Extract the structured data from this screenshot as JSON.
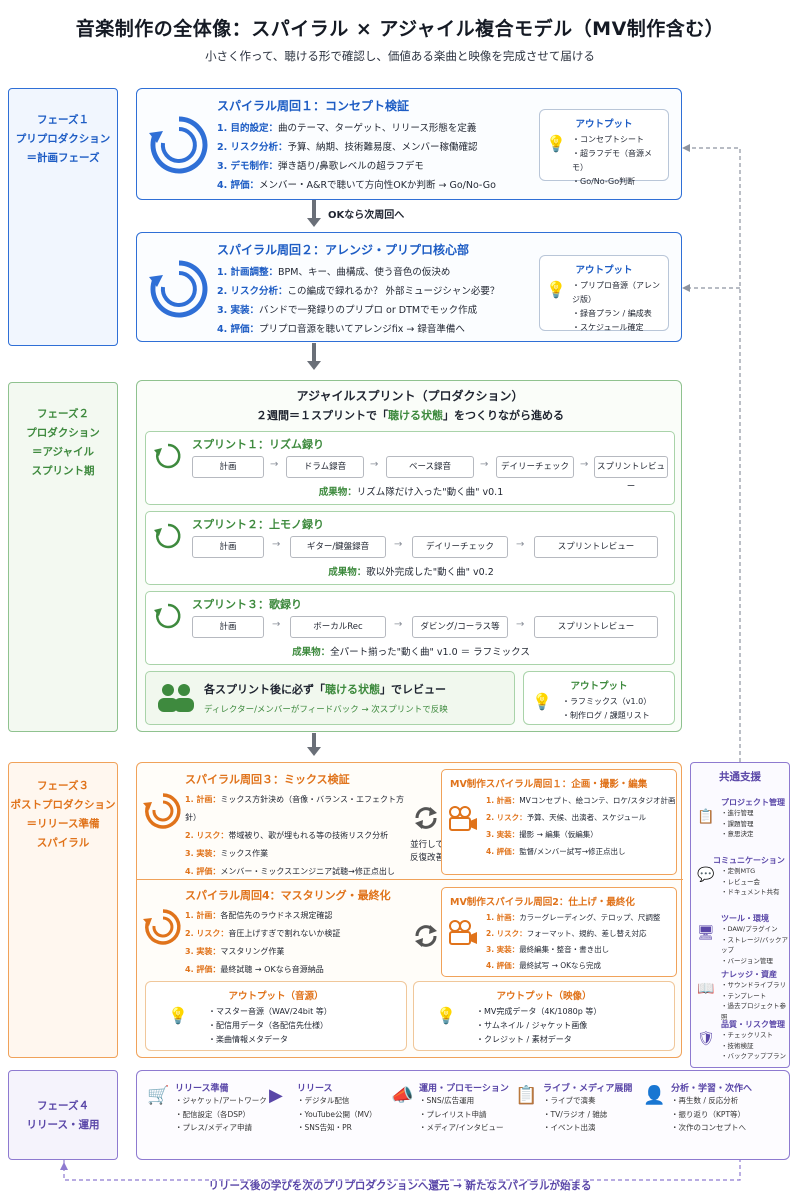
{
  "header": {
    "title": "音楽制作の全体像：スパイラル × アジャイル複合モデル（MV制作含む）",
    "subtitle": "小さく作って、聴ける形で確認し、価値ある楽曲と映像を完成させて届ける"
  },
  "phases": [
    {
      "line1": "フェーズ１",
      "line2": "プリプロダクション",
      "line3": "＝計画フェーズ"
    },
    {
      "line1": "フェーズ２",
      "line2": "プロダクション",
      "line3": "＝アジャイル",
      "line4": "スプリント期"
    },
    {
      "line1": "フェーズ３",
      "line2": "ポストプロダクション",
      "line3": "＝リリース準備",
      "line4": "スパイラル"
    },
    {
      "line1": "フェーズ４",
      "line2": "リリース・運用"
    }
  ],
  "spiral1": {
    "title": "スパイラル周回１：コンセプト検証",
    "steps": [
      {
        "n": "1. 目的設定：",
        "t": "曲のテーマ、ターゲット、リリース形態を定義"
      },
      {
        "n": "2. リスク分析：",
        "t": "予算、納期、技術難易度、メンバー稼働確認"
      },
      {
        "n": "3. デモ制作：",
        "t": "弾き語り/鼻歌レベルの超ラフデモ"
      },
      {
        "n": "4. 評価：",
        "t": "メンバー・A&Rで聴いて方向性OKか判断 → Go/No-Go"
      }
    ],
    "output": {
      "head": "アウトプット",
      "items": [
        "・コンセプトシート",
        "・超ラフデモ（音源メモ）",
        "・Go/No-Go判断"
      ]
    }
  },
  "arrow1_label": "OKなら次周回へ",
  "spiral2": {
    "title": "スパイラル周回２：アレンジ・プリプロ核心部",
    "steps": [
      {
        "n": "1. 計画調整：",
        "t": "BPM、キー、曲構成、使う音色の仮決め"
      },
      {
        "n": "2. リスク分析：",
        "t": "この編成で録れるか？ 外部ミュージシャン必要？"
      },
      {
        "n": "3. 実装：",
        "t": "バンドで一発録りのプリプロ or DTMでモック作成"
      },
      {
        "n": "4. 評価：",
        "t": "プリプロ音源を聴いてアレンジfix → 録音準備へ"
      }
    ],
    "output": {
      "head": "アウトプット",
      "items": [
        "・プリプロ音源（アレンジ版）",
        "・録音プラン / 編成表",
        "・スケジュール確定"
      ]
    }
  },
  "agile": {
    "title": "アジャイルスプリント（プロダクション）",
    "subtitle_a": "２週間＝１スプリントで「",
    "subtitle_b": "聴ける状態",
    "subtitle_c": "」をつくりながら進める",
    "sprints": [
      {
        "title": "スプリント１：リズム録り",
        "boxes": [
          "計画",
          "ドラム録音",
          "ベース録音",
          "デイリーチェック",
          "スプリントレビュー"
        ],
        "deliv_label": "成果物：",
        "deliv": "リズム隊だけ入った\"動く曲\"  v0.1"
      },
      {
        "title": "スプリント２：上モノ録り",
        "boxes": [
          "計画",
          "ギター/鍵盤録音",
          "デイリーチェック",
          "スプリントレビュー"
        ],
        "deliv_label": "成果物：",
        "deliv": "歌以外完成した\"動く曲\"   v0.2"
      },
      {
        "title": "スプリント３：歌録り",
        "boxes": [
          "計画",
          "ボーカルRec",
          "ダビング/コーラス等",
          "スプリントレビュー"
        ],
        "deliv_label": "成果物：",
        "deliv": "全パート揃った\"動く曲\"  v1.0 ＝ ラフミックス"
      }
    ],
    "review_a": "各スプリント後に必ず「",
    "review_b": "聴ける状態",
    "review_c": "」でレビュー",
    "review_sub": "ディレクター/メンバーがフィードバック → 次スプリントで反映",
    "output": {
      "head": "アウトプット",
      "items": [
        "・ラフミックス（v1.0）",
        "・制作ログ / 課題リスト"
      ]
    }
  },
  "spiral3": {
    "title": "スパイラル周回３：ミックス検証",
    "steps": [
      {
        "n": "1. 計画：",
        "t": "ミックス方針決め（音像・バランス・エフェクト方針）"
      },
      {
        "n": "2. リスク：",
        "t": "帯域被り、歌が埋もれる等の技術リスク分析"
      },
      {
        "n": "3. 実装：",
        "t": "ミックス作業"
      },
      {
        "n": "4. 評価：",
        "t": "メンバー・ミックスエンジニア試聴→修正点出し"
      }
    ]
  },
  "parallel_label": "並行して\n反復改善",
  "mv1": {
    "title": "MV制作スパイラル周回１：企画・撮影・編集",
    "steps": [
      {
        "n": "1. 計画：",
        "t": "MVコンセプト、絵コンテ、ロケ/スタジオ計画"
      },
      {
        "n": "2. リスク：",
        "t": "予算、天候、出演者、スケジュール"
      },
      {
        "n": "3. 実装：",
        "t": "撮影 → 編集（仮編集）"
      },
      {
        "n": "4. 評価：",
        "t": "監督/メンバー試写→修正点出し"
      }
    ]
  },
  "spiral4": {
    "title": "スパイラル周回4：マスタリング・最終化",
    "steps": [
      {
        "n": "1. 計画：",
        "t": "各配信先のラウドネス規定確認"
      },
      {
        "n": "2. リスク：",
        "t": "音圧上げすぎで割れないか検証"
      },
      {
        "n": "3. 実装：",
        "t": "マスタリング作業"
      },
      {
        "n": "4. 評価：",
        "t": "最終試聴 → OKなら音源納品"
      }
    ]
  },
  "mv2": {
    "title": "MV制作スパイラル周回2：仕上げ・最終化",
    "steps": [
      {
        "n": "1. 計画：",
        "t": "カラーグレーディング、テロップ、尺調整"
      },
      {
        "n": "2. リスク：",
        "t": "フォーマット、規約、差し替え対応"
      },
      {
        "n": "3. 実装：",
        "t": "最終編集・整音・書き出し"
      },
      {
        "n": "4. 評価：",
        "t": "最終試写 → OKなら完成"
      }
    ]
  },
  "out_audio": {
    "head": "アウトプット（音源）",
    "items": [
      "・マスター音源（WAV/24bit 等）",
      "・配信用データ（各配信先仕様）",
      "・楽曲情報メタデータ"
    ]
  },
  "out_video": {
    "head": "アウトプット（映像）",
    "items": [
      "・MV完成データ（4K/1080p 等）",
      "・サムネイル / ジャケット画像",
      "・クレジット / 素材データ"
    ]
  },
  "common": {
    "title": "共通支援",
    "groups": [
      {
        "head": "プロジェクト管理",
        "items": [
          "・進行管理",
          "・課題管理",
          "・意思決定"
        ]
      },
      {
        "head": "コミュニケーション",
        "items": [
          "・定例MTG",
          "・レビュー会",
          "・ドキュメント共有"
        ]
      },
      {
        "head": "ツール・環境",
        "items": [
          "・DAW/プラグイン",
          "・ストレージ/バックアップ",
          "・バージョン管理"
        ]
      },
      {
        "head": "ナレッジ・資産",
        "items": [
          "・サウンドライブラリ",
          "・テンプレート",
          "・過去プロジェクト参照"
        ]
      },
      {
        "head": "品質・リスク管理",
        "items": [
          "・チェックリスト",
          "・技術検証",
          "・バックアッププラン"
        ]
      }
    ]
  },
  "phase4": [
    {
      "head": "リリース準備",
      "items": [
        "・ジャケット/アートワーク",
        "・配信設定（各DSP）",
        "・プレス/メディア申請"
      ]
    },
    {
      "head": "リリース",
      "items": [
        "・デジタル配信",
        "・YouTube公開（MV）",
        "・SNS告知・PR"
      ]
    },
    {
      "head": "運用・プロモーション",
      "items": [
        "・SNS/広告運用",
        "・プレイリスト申請",
        "・メディア/インタビュー"
      ]
    },
    {
      "head": "ライブ・メディア展開",
      "items": [
        "・ライブで演奏",
        "・TV/ラジオ / 雑誌",
        "・イベント出演"
      ]
    },
    {
      "head": "分析・学習・次作へ",
      "items": [
        "・再生数 / 反応分析",
        "・振り返り（KPT等）",
        "・次作のコンセプトへ"
      ]
    }
  ],
  "footer": "リリース後の学びを次のプリプロダクションへ還元 → 新たなスパイラルが始まる",
  "colors": {
    "blue": "#2f6fd6",
    "green": "#3e8a3e",
    "orange": "#e0731b",
    "purple": "#5a47a8"
  }
}
